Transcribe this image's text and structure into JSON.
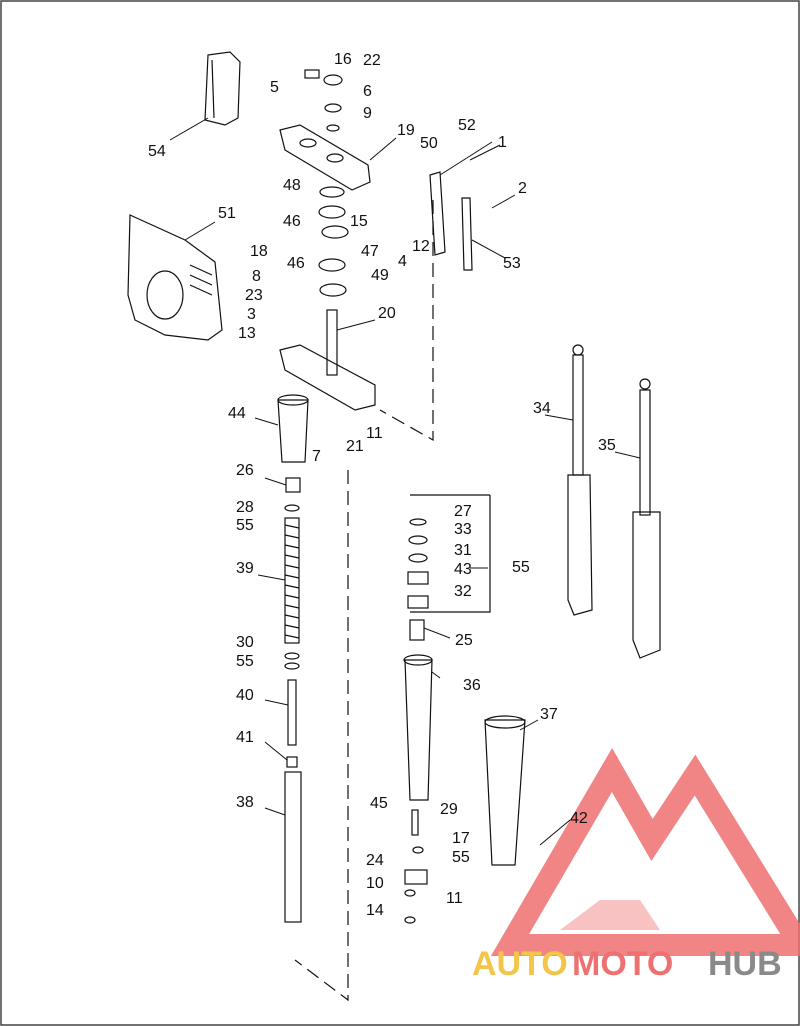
{
  "callouts": [
    "16",
    "22",
    "5",
    "6",
    "9",
    "19",
    "50",
    "52",
    "1",
    "2",
    "54",
    "15",
    "12",
    "4",
    "53",
    "48",
    "46",
    "47",
    "46",
    "49",
    "51",
    "18",
    "8",
    "23",
    "3",
    "13",
    "20",
    "44",
    "7",
    "21",
    "11",
    "26",
    "28",
    "55",
    "39",
    "30",
    "55",
    "40",
    "41",
    "38",
    "27",
    "33",
    "31",
    "43",
    "32",
    "55",
    "25",
    "36",
    "37",
    "45",
    "29",
    "17",
    "55",
    "24",
    "10",
    "11",
    "14",
    "42",
    "34",
    "35"
  ],
  "watermark": {
    "part1": "AUTO",
    "part2": "MOTO",
    "part3": "HUB"
  },
  "colors": {
    "line": "#111111",
    "wm_yellow": "#f3c64a",
    "wm_red": "#ef7070",
    "wm_gray": "#8a8a8a"
  }
}
